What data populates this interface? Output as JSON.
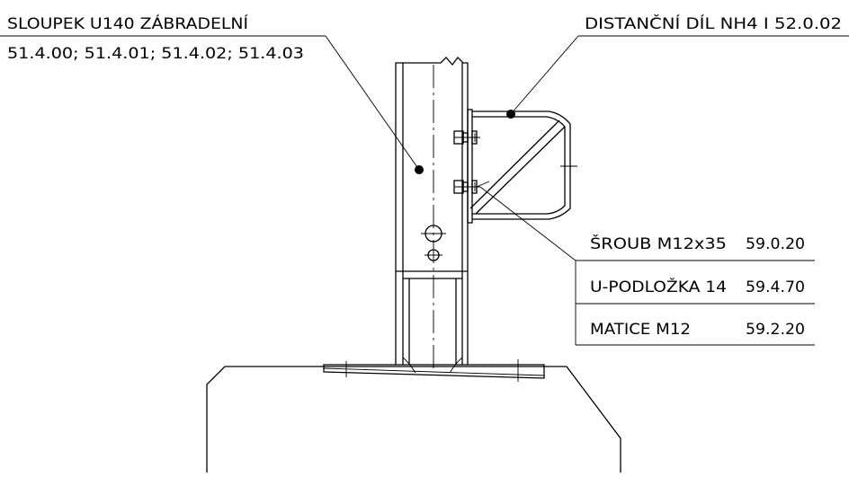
{
  "labels": {
    "post_name": "SLOUPEK U140 ZÁBRADELNÍ",
    "post_codes": "51.4.00; 51.4.01; 51.4.02; 51.4.03",
    "spacer": "DISTANČNÍ DÍL NH4 I  52.0.02"
  },
  "parts_table": {
    "rows": [
      {
        "name": "ŠROUB M12x35",
        "code": "59.0.20"
      },
      {
        "name": "U-PODLOŽKA 14",
        "code": "59.4.70"
      },
      {
        "name": "MATICE M12",
        "code": "59.2.20"
      }
    ]
  },
  "colors": {
    "line": "#000000",
    "background": "#ffffff"
  }
}
